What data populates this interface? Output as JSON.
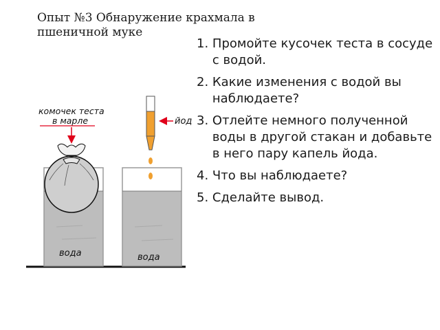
{
  "title_lines": [
    "Опыт №3 Обнаружение крахмала в",
    "пшеничной муке"
  ],
  "steps": [
    {
      "num": "1. ",
      "text": "Промойте кусочек теста в сосуде с водой."
    },
    {
      "num": "2. ",
      "text": "Какие изменения с водой вы наблюдаете?"
    },
    {
      "num": "3. ",
      "text": "Отлейте немного полученной воды в другой стакан и добавьте в него пару капель йода."
    },
    {
      "num": "4. ",
      "text": "Что вы наблюдаете?"
    },
    {
      "num": "5. ",
      "text": "Сделайте вывод."
    }
  ],
  "illustration": {
    "label_dough_line1": "комочек теста",
    "label_dough_line2": "в марле",
    "label_iodine": "йод",
    "label_water_left": "вода",
    "label_water_right": "вода",
    "colors": {
      "water": "#bdbdbd",
      "arrow": "#e0001a",
      "iodine": "#f0a030",
      "outline": "#111111"
    }
  }
}
